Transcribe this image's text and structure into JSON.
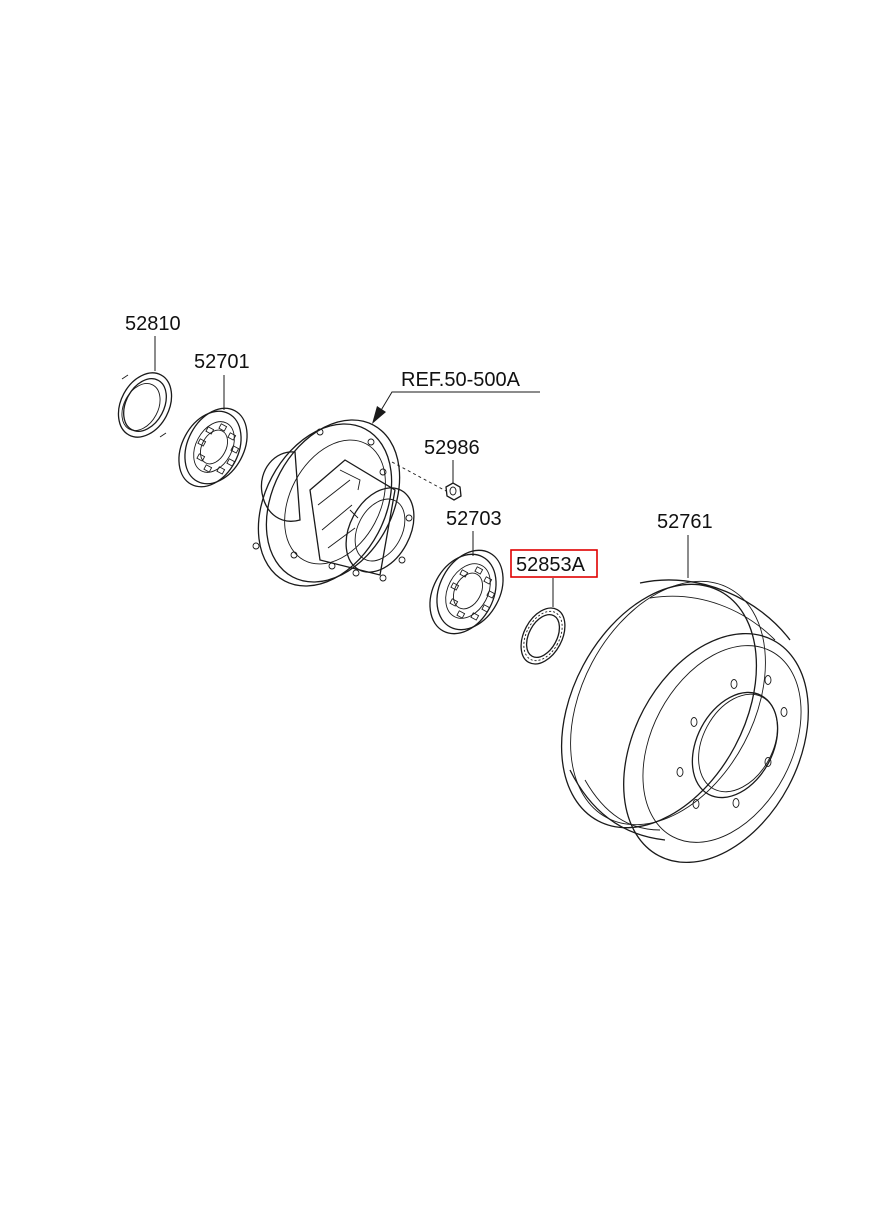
{
  "labels": {
    "seal": "52810",
    "bearing_inner": "52701",
    "hub_ref": "REF.50-500A",
    "nut": "52986",
    "bearing_outer": "52703",
    "retainer": "52853A",
    "drum": "52761"
  },
  "colors": {
    "line": "#1a1a1a",
    "highlight": "#e00000",
    "background": "#ffffff"
  }
}
